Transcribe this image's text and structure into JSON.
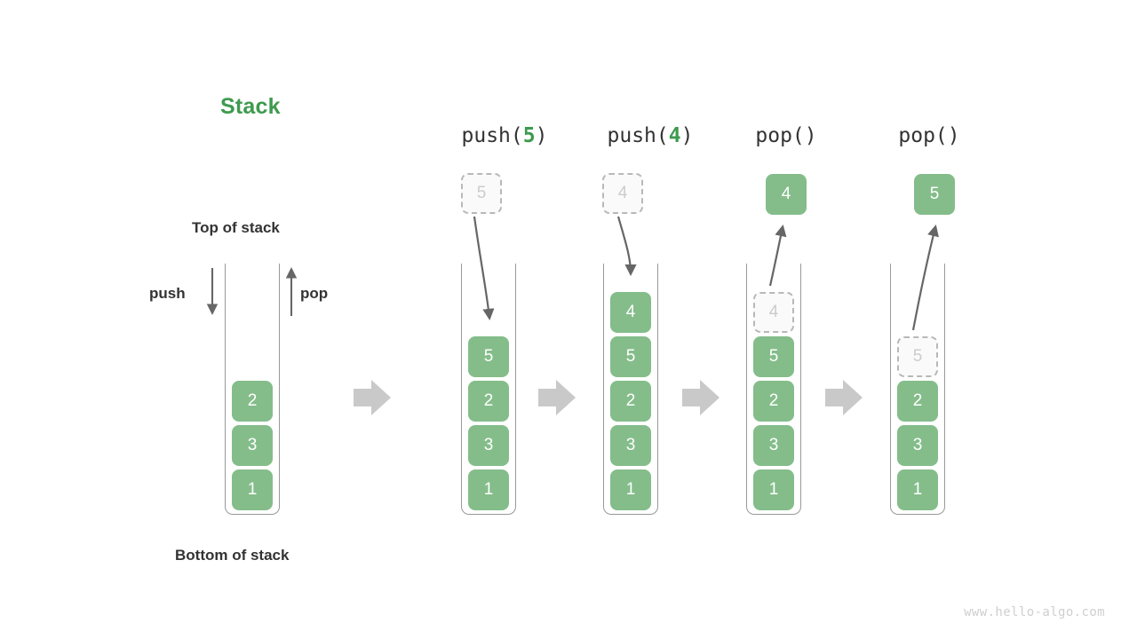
{
  "diagram": {
    "title": "Stack",
    "title_color": "#3e9a4e",
    "accent_color": "#84bd8a",
    "watermark": "www.hello-algo.com",
    "labels": {
      "top_of_stack": "Top of stack",
      "bottom_of_stack": "Bottom of stack",
      "push": "push",
      "pop": "pop"
    },
    "transition_arrow": "right-arrow-icon",
    "columns": [
      {
        "id": "initial",
        "header": null,
        "header_prefix": null,
        "header_arg": null,
        "header_suffix": null,
        "float_box": null,
        "float_box_style": null,
        "flow_arrow": null,
        "cells": [
          {
            "value": "1",
            "style": "solid"
          },
          {
            "value": "3",
            "style": "solid"
          },
          {
            "value": "2",
            "style": "solid"
          }
        ]
      },
      {
        "id": "push-5",
        "header": "push(5)",
        "header_prefix": "push(",
        "header_arg": "5",
        "header_suffix": ")",
        "float_box": "5",
        "float_box_style": "ghost",
        "flow_arrow": "down-into-stack",
        "cells": [
          {
            "value": "1",
            "style": "solid"
          },
          {
            "value": "3",
            "style": "solid"
          },
          {
            "value": "2",
            "style": "solid"
          },
          {
            "value": "5",
            "style": "solid"
          }
        ]
      },
      {
        "id": "push-4",
        "header": "push(4)",
        "header_prefix": "push(",
        "header_arg": "4",
        "header_suffix": ")",
        "float_box": "4",
        "float_box_style": "ghost",
        "flow_arrow": "down-into-stack",
        "cells": [
          {
            "value": "1",
            "style": "solid"
          },
          {
            "value": "3",
            "style": "solid"
          },
          {
            "value": "2",
            "style": "solid"
          },
          {
            "value": "5",
            "style": "solid"
          },
          {
            "value": "4",
            "style": "solid"
          }
        ]
      },
      {
        "id": "pop-4",
        "header": "pop()",
        "header_prefix": "pop(",
        "header_arg": "",
        "header_suffix": ")",
        "float_box": "4",
        "float_box_style": "solid",
        "flow_arrow": "up-out-of-stack",
        "cells": [
          {
            "value": "1",
            "style": "solid"
          },
          {
            "value": "3",
            "style": "solid"
          },
          {
            "value": "2",
            "style": "solid"
          },
          {
            "value": "5",
            "style": "solid"
          },
          {
            "value": "4",
            "style": "ghost"
          }
        ]
      },
      {
        "id": "pop-5",
        "header": "pop()",
        "header_prefix": "pop(",
        "header_arg": "",
        "header_suffix": ")",
        "float_box": "5",
        "float_box_style": "solid",
        "flow_arrow": "up-out-of-stack",
        "cells": [
          {
            "value": "1",
            "style": "solid"
          },
          {
            "value": "3",
            "style": "solid"
          },
          {
            "value": "2",
            "style": "solid"
          },
          {
            "value": "5",
            "style": "ghost"
          }
        ]
      }
    ]
  }
}
